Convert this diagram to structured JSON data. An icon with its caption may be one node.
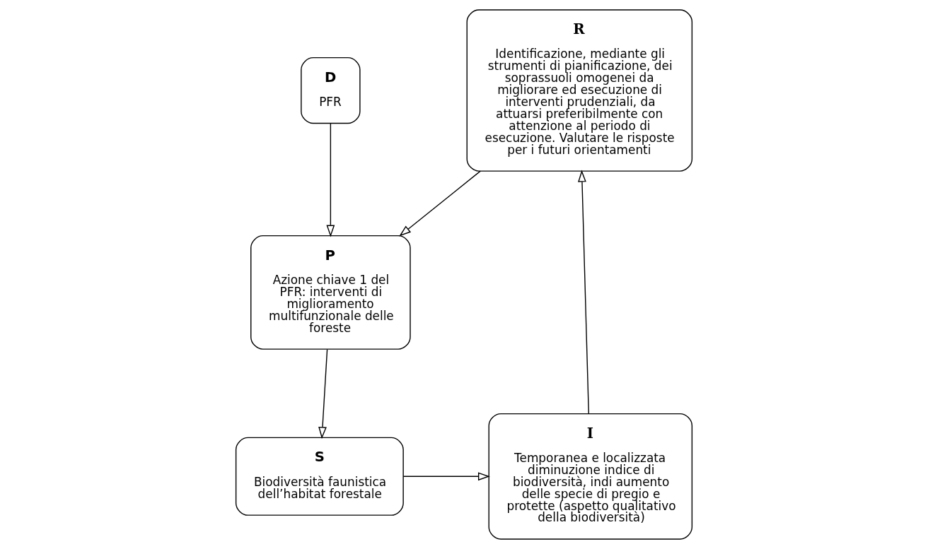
{
  "diagram": {
    "nodes": [
      {
        "text": [
          "D",
          "PFR"
        ]
      },
      {
        "text": [
          "P",
          "Azione chiave 1 del PFR: interventi di miglioramento multifunzionale delle foreste"
        ]
      },
      {
        "text": [
          "S",
          "Biodiversità faunistica dell’habitat forestale"
        ]
      },
      {
        "text": [
          "I",
          "Temporanea e localizzata diminuzione indice di biodiversità, indi aumento delle specie di pregio e protette (aspetto qualitativo della biodiversità)"
        ]
      },
      {
        "text": [
          "R",
          "Identificazione, mediante gli strumenti di pianificazione, dei soprassuoli omogenei da migliorare ed esecuzione di interventi prudenziali, da attuarsi preferibilmente con attenzione al periodo di esecuzione. Valutare le risposte per i futuri orientamenti"
        ]
      }
    ],
    "edges": [
      {
        "from": 0,
        "to": 1,
        "arrow": "to"
      },
      {
        "from": 4,
        "to": 1,
        "arrow": "to"
      },
      {
        "from": 1,
        "to": 2,
        "arrow": "to"
      },
      {
        "from": 2,
        "to": 3,
        "arrow": "to"
      },
      {
        "from": 3,
        "to": 4,
        "arrow": "to"
      }
    ]
  }
}
